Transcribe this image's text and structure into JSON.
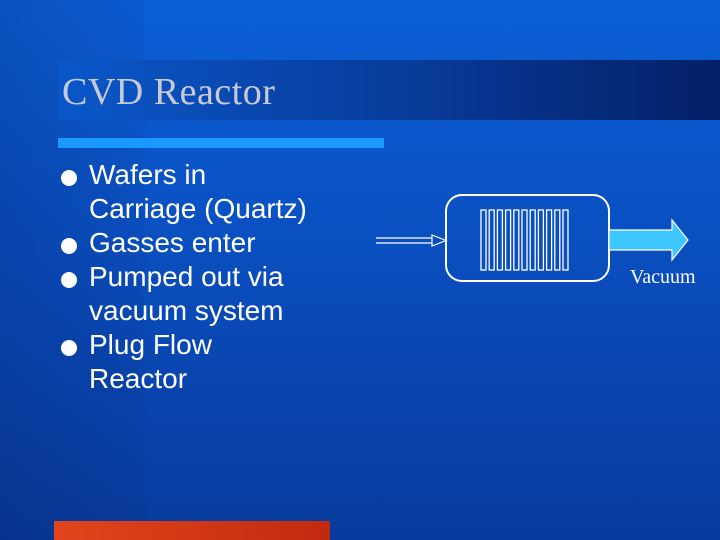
{
  "slide": {
    "title": "CVD Reactor",
    "bullets": [
      {
        "text": "Wafers in\nCarriage (Quartz)"
      },
      {
        "text": "Gasses enter"
      },
      {
        "text": "Pumped out via\nvacuum system"
      },
      {
        "text": "Plug Flow\nReactor"
      }
    ]
  },
  "diagram": {
    "outlet_label": "Vacuum",
    "wafer_count": 11
  },
  "colors": {
    "background": "#0a4fc0",
    "title_text": "#c9c9d6",
    "accent_rule": "#1a9aff",
    "bottom_bar": "#d63a18",
    "diagram_lines": "#ffffff",
    "arrow_fill": "#3fc8ff"
  }
}
